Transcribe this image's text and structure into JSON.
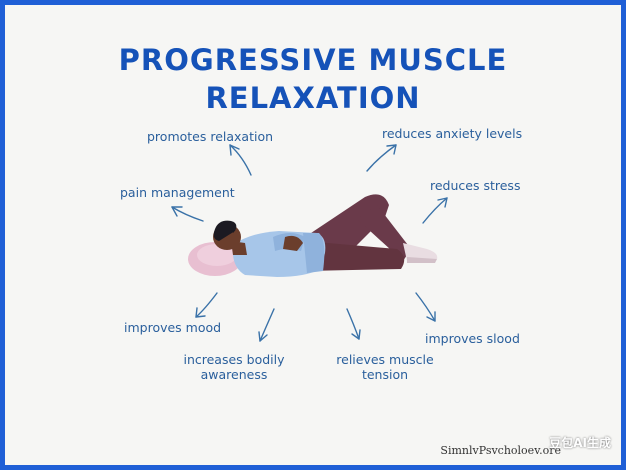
{
  "title": {
    "line1": "PROGRESSIVE MUSCLE",
    "line2": "RELAXATION"
  },
  "benefits": {
    "promotes_relaxation": "promotes relaxation",
    "pain_management": "pain management",
    "improves_mood": "improves mood",
    "increases_awareness_1": "increases bodily",
    "increases_awareness_2": "awareness",
    "relieves_tension_1": "relieves muscle",
    "relieves_tension_2": "tension",
    "improves_slood": "improves slood",
    "reduces_stress": "reduces stress",
    "reduces_anxiety": "reduces anxiety levels"
  },
  "footer": {
    "source": "SimnlvPsvcholoev.ore",
    "watermark": "豆包AI生成"
  },
  "colors": {
    "border": "#1f5fd6",
    "title": "#1552b8",
    "label": "#2a5f9c",
    "background": "#f6f6f4"
  }
}
